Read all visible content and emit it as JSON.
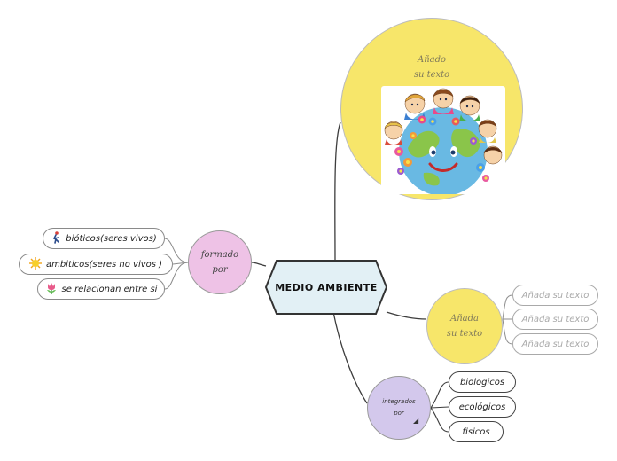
{
  "central": {
    "label": "MEDIO AMBIENTE"
  },
  "left_branch": {
    "label_line1": "formado",
    "label_line2": "por",
    "items": [
      {
        "label": "bióticos(seres vivos)",
        "icon": "runner-icon"
      },
      {
        "label": "ambiticos(seres no vivos )",
        "icon": "sun-icon"
      },
      {
        "label": "se relacionan entre si",
        "icon": "tulip-icon"
      }
    ]
  },
  "top_branch": {
    "label_line1": "Añado",
    "label_line2": "su texto",
    "image": "children-around-globe-image"
  },
  "right_branch": {
    "label_line1": "Añada",
    "label_line2": "su texto",
    "items": [
      "Añada su texto",
      "Añada su texto",
      "Añada su texto"
    ]
  },
  "bottom_branch": {
    "label_line1": "integrados",
    "label_line2": "por",
    "items": [
      "biologicos",
      "ecológicos",
      "fisicos"
    ]
  },
  "colors": {
    "yellow": "#f7e66a",
    "pink": "#eec2e6",
    "purple": "#d3c8ec",
    "central_fill": "#e2f0f5"
  }
}
